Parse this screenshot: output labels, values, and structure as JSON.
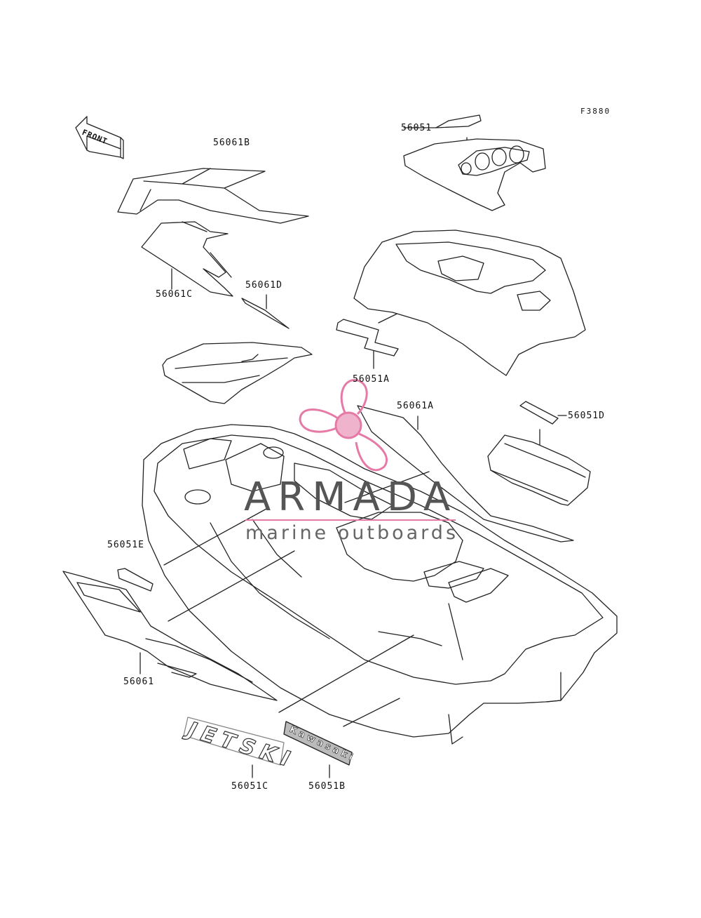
{
  "figure_code": "F3880",
  "front_arrow_text": "FRONT",
  "watermark": {
    "title": "ARMADA",
    "subtitle": "marine outboards",
    "color": "#e67aa6"
  },
  "callouts": [
    {
      "id": "56061B",
      "label": "56061B"
    },
    {
      "id": "56061C",
      "label": "56061C"
    },
    {
      "id": "56061D",
      "label": "56061D"
    },
    {
      "id": "56051",
      "label": "56051"
    },
    {
      "id": "56051A",
      "label": "56051A"
    },
    {
      "id": "56061A",
      "label": "56061A"
    },
    {
      "id": "56051D",
      "label": "56051D"
    },
    {
      "id": "56051E",
      "label": "56051E"
    },
    {
      "id": "56061",
      "label": "56061"
    },
    {
      "id": "56051C",
      "label": "56051C"
    },
    {
      "id": "56051B",
      "label": "56051B"
    }
  ],
  "decals": {
    "jetski_logo": "JETSKI",
    "kawasaki_logo": "Kawasaki"
  }
}
